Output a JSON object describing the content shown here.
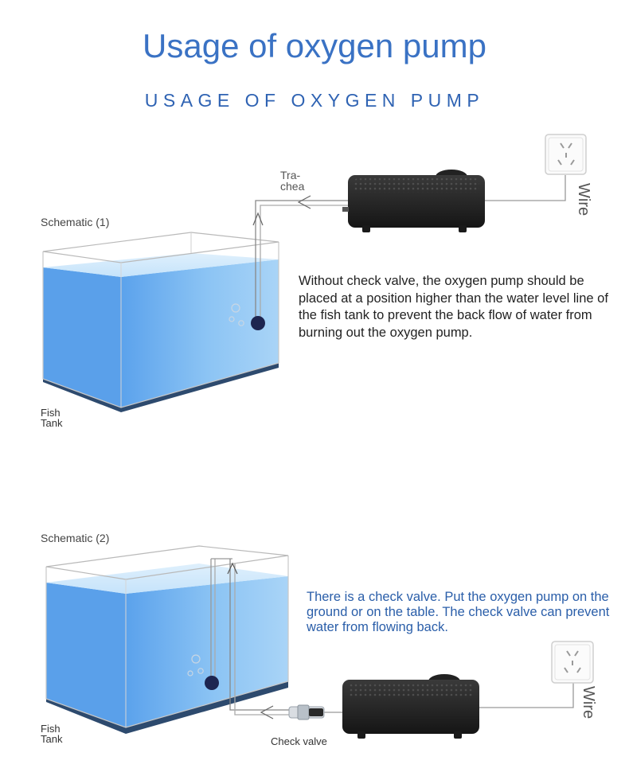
{
  "title": "Usage of oxygen pump",
  "subtitle": "USAGE OF OXYGEN PUMP",
  "schematic1": {
    "label": "Schematic (1)",
    "trachea_label_line1": "Tra-",
    "trachea_label_line2": "chea",
    "wire_label": "Wire",
    "tank_label_line1": "Fish",
    "tank_label_line2": "Tank",
    "description": "Without check valve, the oxygen pump should be placed at a position higher than the water level line of the fish tank to prevent the back flow of water from burning out the oxygen pump."
  },
  "schematic2": {
    "label": "Schematic (2)",
    "wire_label": "Wire",
    "tank_label_line1": "Fish",
    "tank_label_line2": "Tank",
    "check_valve_label": "Check valve",
    "description": "There is a check valve. Put the oxygen pump on the ground or on the table. The check valve can prevent water from flowing back."
  },
  "colors": {
    "title": "#3a72c4",
    "water": "#6fb3f0",
    "pump": "#1e1e1e"
  }
}
